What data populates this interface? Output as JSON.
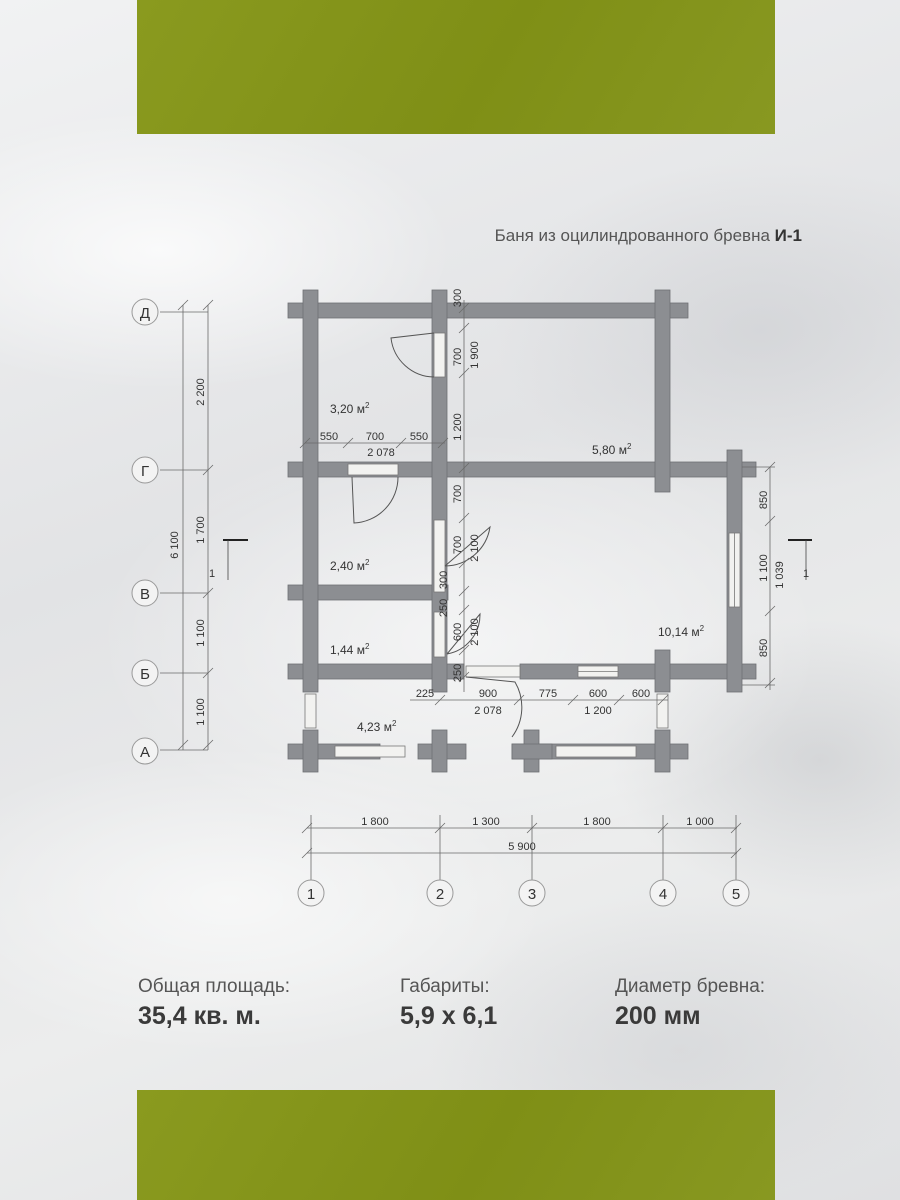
{
  "title": {
    "text": "Баня из оцилиндрованного бревна",
    "code": "И-1"
  },
  "rooms": [
    {
      "id": "room-a",
      "area": "3,20 м",
      "sup": "2"
    },
    {
      "id": "room-b",
      "area": "5,80 м",
      "sup": "2"
    },
    {
      "id": "room-c",
      "area": "2,40 м",
      "sup": "2"
    },
    {
      "id": "room-d",
      "area": "1,44 м",
      "sup": "2"
    },
    {
      "id": "room-e",
      "area": "10,14 м",
      "sup": "2"
    },
    {
      "id": "room-f",
      "area": "4,23 м",
      "sup": "2"
    }
  ],
  "row_axes": [
    "Д",
    "Г",
    "В",
    "Б",
    "А"
  ],
  "column_axes": [
    "1",
    "2",
    "3",
    "4",
    "5"
  ],
  "section_marks": [
    "1",
    "1"
  ],
  "dims": {
    "left_total": "6 100",
    "left_segments": [
      "2 200",
      "1 700",
      "1 100",
      "1 100"
    ],
    "bottom_segments": [
      "1 800",
      "1 300",
      "1 800",
      "1 000"
    ],
    "bottom_total": "5 900",
    "right": [
      "850",
      "1 100",
      "1 039",
      "850"
    ],
    "interior_vertical": [
      "300",
      "700",
      "1 900",
      "1 200",
      "700",
      "700",
      "2 100",
      "300",
      "250",
      "600",
      "2 100",
      "250"
    ],
    "interior_horizontal_top": [
      "550",
      "700",
      "550",
      "2 078"
    ],
    "interior_horizontal_bottom": [
      "225",
      "900",
      "2 078",
      "775",
      "600",
      "600",
      "1 200"
    ]
  },
  "stats": [
    {
      "label": "Общая площадь:",
      "value": "35,4 кв. м."
    },
    {
      "label": "Габариты:",
      "value": "5,9 х 6,1"
    },
    {
      "label": "Диаметр бревна:",
      "value": "200 мм"
    }
  ]
}
